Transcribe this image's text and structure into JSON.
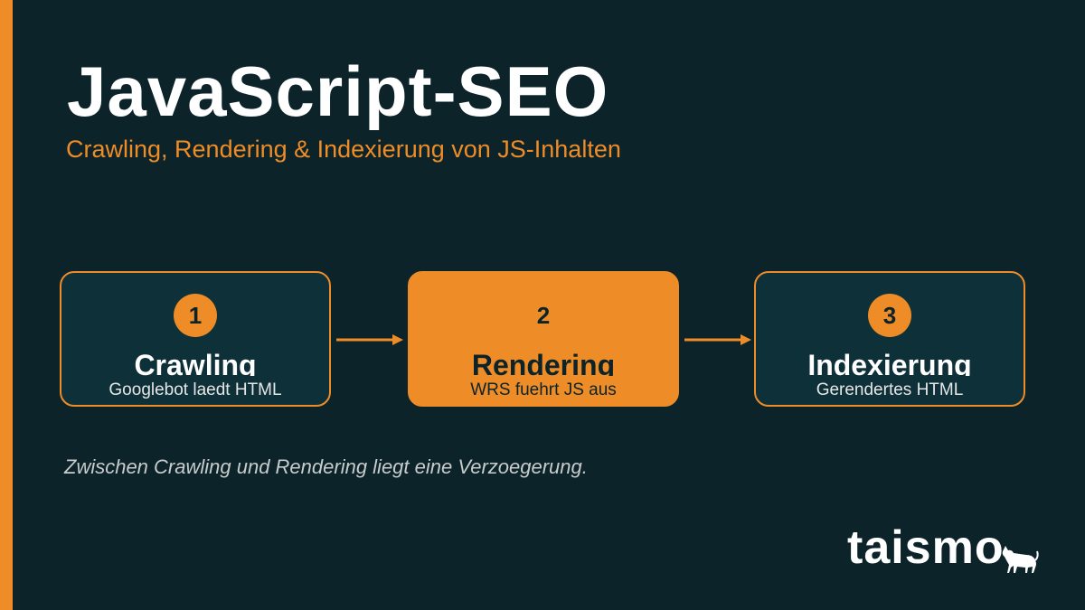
{
  "slide": {
    "title": "JavaScript-SEO",
    "subtitle": "Crawling, Rendering & Indexierung von JS-Inhalten",
    "note": "Zwischen Crawling und Rendering liegt eine Verzoegerung."
  },
  "steps": [
    {
      "number": "1",
      "title": "Crawling",
      "description": "Googlebot laedt HTML",
      "highlighted": false
    },
    {
      "number": "2",
      "title": "Rendering",
      "description": "WRS fuehrt JS aus",
      "highlighted": true
    },
    {
      "number": "3",
      "title": "Indexierung",
      "description": "Gerendertes HTML",
      "highlighted": false
    }
  ],
  "logo": {
    "text": "taismo",
    "icon": "cat-icon"
  },
  "colors": {
    "background": "#0b2329",
    "accent": "#ee8c27",
    "box_fill": "#0e3038",
    "text": "#ffffff"
  }
}
